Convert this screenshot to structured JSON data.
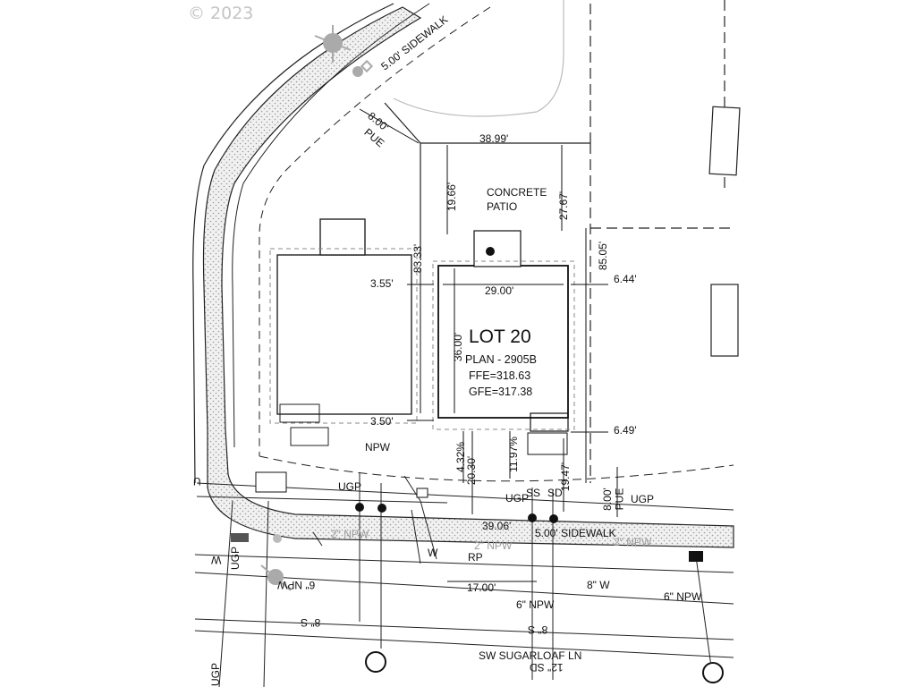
{
  "copyright": "© 2023",
  "lot": {
    "title": "LOT 20",
    "plan": "PLAN - 2905B",
    "ffe": "FFE=318.63",
    "gfe": "GFE=317.38"
  },
  "patio_label": [
    "CONCRETE",
    "PATIO"
  ],
  "dimensions": {
    "rear_width": "38.99'",
    "rear_setback": "19.66'",
    "patio_depth": "27.67'",
    "lot_depth_left": "83.33'",
    "lot_depth_right": "85.05'",
    "house_width": "29.00'",
    "house_depth": "36.00'",
    "side_left_top": "3.55'",
    "side_left_bottom": "3.50'",
    "side_right_top": "6.44'",
    "side_right_bottom": "6.49'",
    "front_setback": "20.30'",
    "slope_left": "4.32%",
    "slope_right": "11.97%",
    "front_right": "19.47'",
    "frontage": "39.06'",
    "street_offset": "17.00'",
    "pue_width_top": "8.00'",
    "pue_width_bottom": "8.00'"
  },
  "labels": {
    "sidewalk_top": "5.00' SIDEWALK",
    "sidewalk_bottom": "5.00' SIDEWALK",
    "pue_top": "PUE",
    "pue_bottom": "PUE",
    "npw": "NPW",
    "ugp_left": "UGP",
    "ugp_mid": "UGP",
    "ugp_right": "UGP",
    "ss": "SS",
    "sd": "SD",
    "rp": "RP",
    "w": "W",
    "npw_2_left": "2\" NPW",
    "npw_2_mid": "2\" NPW",
    "npw_2_right": "2\" NPW",
    "w_8": "8\" W",
    "npw_6_left": "6\" NPW",
    "npw_6_right": "6\" NPW",
    "npw_6_flipped": "6\" NPW",
    "w_flipped": "W",
    "s_8_flipped": "8\" S",
    "s_8_flipped_right": "8\" S",
    "sd_12_flipped": "12\" SD",
    "street_name": "SW SUGARLOAF LN",
    "ugp_bottom": "UGP",
    "ugp_left_edge": "UGP",
    "u_edge": "U"
  }
}
